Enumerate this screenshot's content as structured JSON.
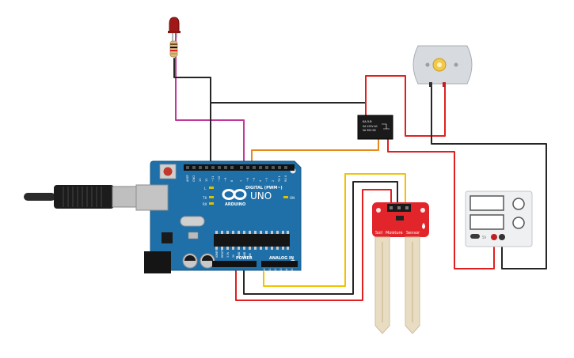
{
  "arduino": {
    "uno_label": "UNO",
    "brand_label": "ARDUINO",
    "digital_label": "DIGITAL (PWM~)",
    "power_label": "POWER",
    "analog_label": "ANALOG IN",
    "tx_label": "TX",
    "rx_label": "RX",
    "l_label": "L",
    "on_label": "ON",
    "digital_pins": [
      "AREF",
      "GND",
      "13",
      "12",
      "~11",
      "~10",
      "~9",
      "8",
      "7",
      "~6",
      "~5",
      "4",
      "~3",
      "2",
      "TX 1",
      "RX 0"
    ],
    "power_pins": [
      "IOREF",
      "RESET",
      "3.3V",
      "5V",
      "GND",
      "GND",
      "VIN"
    ],
    "analog_pins": [
      "A0",
      "A1",
      "A2",
      "A3",
      "A4",
      "A5"
    ]
  },
  "relay": {
    "label_line1": "KA-5-B",
    "label_line2": "SA 125V AC",
    "label_line3": "5A 30V DC"
  },
  "sensor": {
    "label_soil": "Soil",
    "label_moisture": "Moisture",
    "label_sensor": "Sensor"
  },
  "power_supply": {
    "label": "5V"
  },
  "colors": {
    "wire_red": "#e02020",
    "wire_black": "#262626",
    "wire_orange": "#e38a1a",
    "wire_yellow": "#f2c200",
    "wire_magenta": "#c0399a",
    "board_blue": "#1f6fa8",
    "sensor_red": "#e2242b"
  }
}
